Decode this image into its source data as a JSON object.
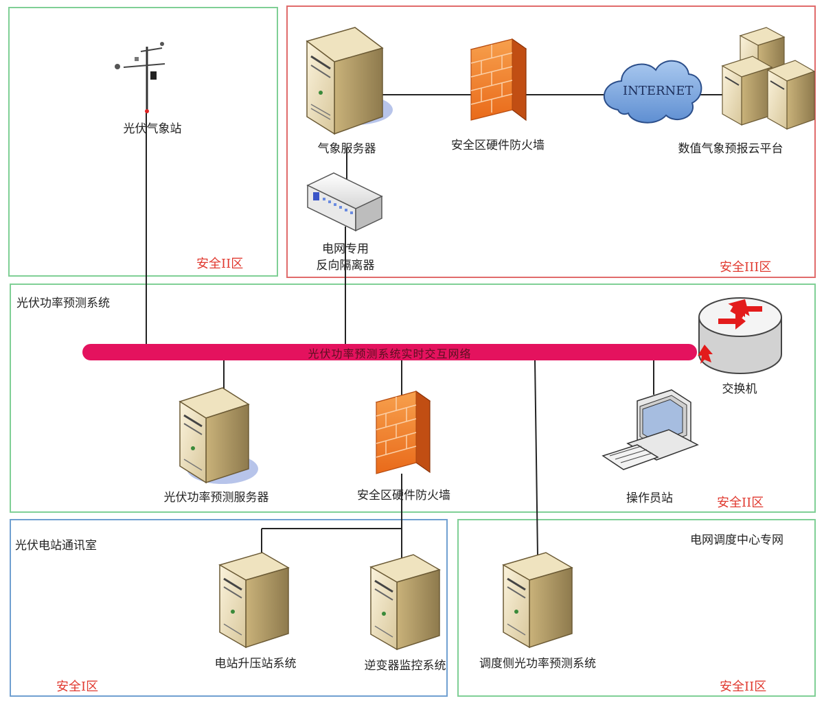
{
  "zones": {
    "weather_station": {
      "zone_label": "安全II区"
    },
    "zone3": {
      "zone_label": "安全III区"
    },
    "prediction_system": {
      "title": "光伏功率预测系统",
      "zone_label": "安全II区"
    },
    "comm_room": {
      "title": "光伏电站通讯室",
      "zone_label": "安全I区"
    },
    "grid_dispatch": {
      "title": "电网调度中心专网",
      "zone_label": "安全II区"
    }
  },
  "devices": {
    "weather_station": "光伏气象站",
    "weather_server": "气象服务器",
    "firewall_top": "安全区硬件防火墙",
    "internet": "INTERNET",
    "cloud_platform": "数值气象预报云平台",
    "isolator_line1": "电网专用",
    "isolator_line2": "反向隔离器",
    "switch": "交换机",
    "prediction_server": "光伏功率预测服务器",
    "firewall_mid": "安全区硬件防火墙",
    "operator_station": "操作员站",
    "booster_station": "电站升压站系统",
    "inverter_monitor": "逆变器监控系统",
    "dispatch_prediction": "调度侧光功率预测系统"
  },
  "bus_label": "光伏功率预测系统实时交互网络"
}
